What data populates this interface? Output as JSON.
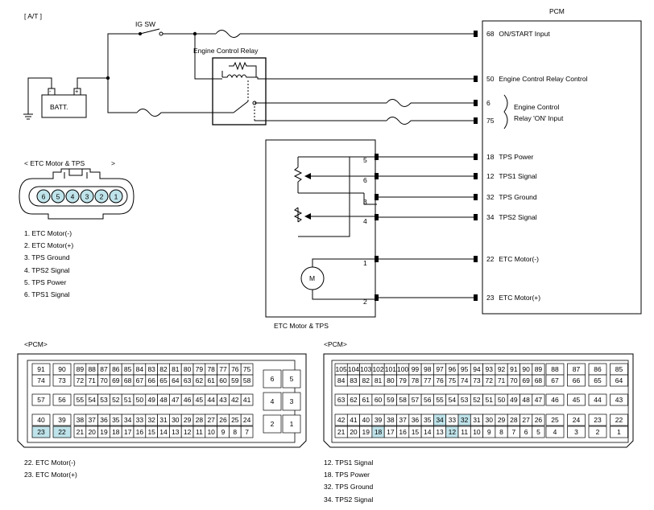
{
  "header": {
    "variant": "[ A/T ]",
    "pcm_label": "PCM"
  },
  "labels": {
    "ig_sw": "IG SW",
    "relay": "Engine Control Relay",
    "batt": "BATT.",
    "batt_neg": "-",
    "batt_pos": "+",
    "connector_title": "< ETC Motor & TPS",
    "connector_close": ">",
    "etc_box": "ETC Motor & TPS",
    "motor": "M",
    "relay_on_input_1": "Engine Control",
    "relay_on_input_2": "Relay 'ON' Input"
  },
  "pcm_pins": [
    {
      "num": "68",
      "label": "ON/START Input"
    },
    {
      "num": "50",
      "label": "Engine Control Relay Control"
    },
    {
      "num": "6",
      "label": ""
    },
    {
      "num": "75",
      "label": ""
    },
    {
      "num": "18",
      "label": "TPS Power"
    },
    {
      "num": "12",
      "label": "TPS1 Signal"
    },
    {
      "num": "32",
      "label": "TPS Ground"
    },
    {
      "num": "34",
      "label": "TPS2 Signal"
    },
    {
      "num": "22",
      "label": "ETC Motor(-)"
    },
    {
      "num": "23",
      "label": "ETC Motor(+)"
    }
  ],
  "etc_pins": [
    "5",
    "6",
    "3",
    "4",
    "1",
    "2"
  ],
  "connector_pins": [
    "6",
    "5",
    "4",
    "3",
    "2",
    "1"
  ],
  "connector_legend": [
    "1.  ETC Motor(-)",
    "2.  ETC Motor(+)",
    "3.  TPS Ground",
    "4.  TPS2 Signal",
    "5.  TPS Power",
    "6. TPS1 Signal"
  ],
  "pcm_left": {
    "title": "<PCM>",
    "highlight": [
      "23",
      "22"
    ],
    "legend": [
      "22.   ETC Motor(-)",
      "23.   ETC Motor(+)"
    ]
  },
  "pcm_right": {
    "title": "<PCM>",
    "highlight": [
      "34",
      "32",
      "18",
      "12"
    ],
    "legend": [
      "12. TPS1 Signal",
      "18.   TPS Power",
      "32.   TPS Ground",
      "34.   TPS2 Signal"
    ]
  }
}
